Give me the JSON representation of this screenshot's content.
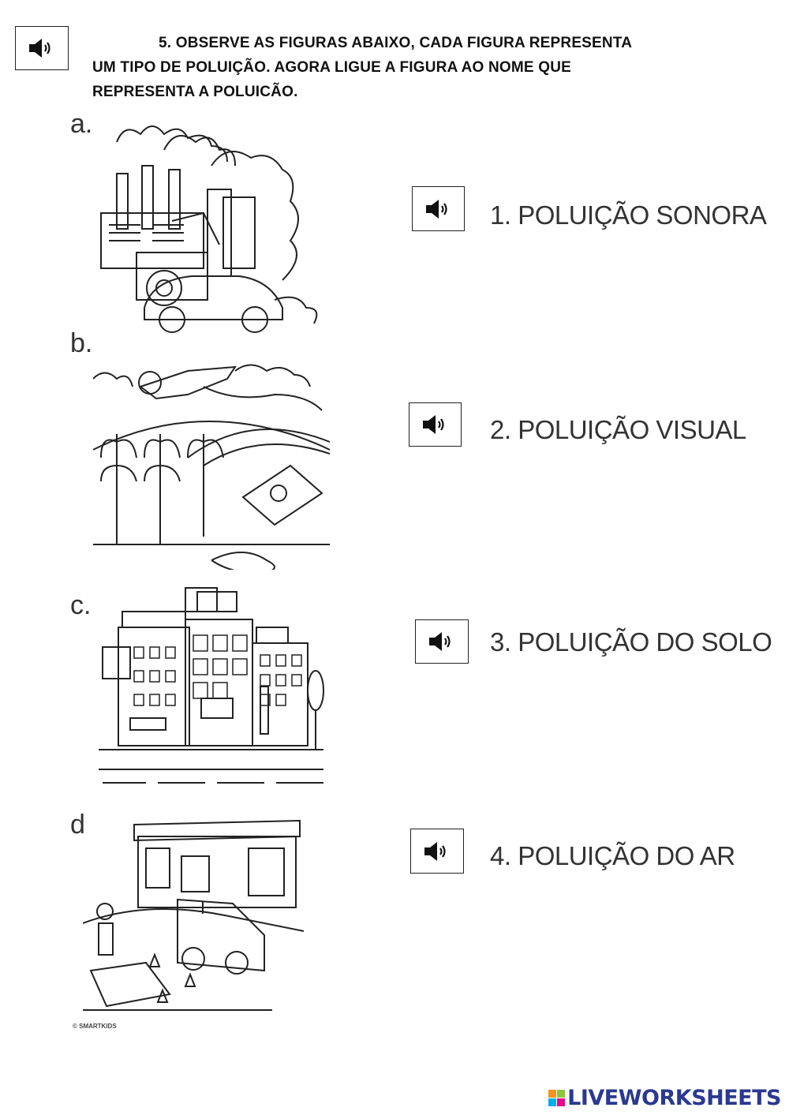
{
  "instructions": {
    "line1": "5. OBSERVE AS FIGURAS ABAIXO, CADA FIGURA REPRESENTA",
    "line2": "UM TIPO DE POLUIÇÃO. AGORA LIGUE A FIGURA AO NOME QUE",
    "line3": "REPRESENTA A POLUICÃO."
  },
  "figures": [
    {
      "letter": "a.",
      "icon": "factory-pollution-illustration"
    },
    {
      "letter": "b.",
      "icon": "farm-pesticide-illustration"
    },
    {
      "letter": "c.",
      "icon": "city-billboards-illustration"
    },
    {
      "letter": "d",
      "icon": "street-traffic-illustration"
    }
  ],
  "options": [
    {
      "label": "1. POLUIÇÃO SONORA",
      "icon": "speaker-icon"
    },
    {
      "label": "2. POLUIÇÃO VISUAL",
      "icon": "speaker-icon"
    },
    {
      "label": "3. POLUIÇÃO DO SOLO",
      "icon": "speaker-icon"
    },
    {
      "label": "4. POLUIÇÃO DO AR",
      "icon": "speaker-icon"
    }
  ],
  "credit": "© SMARTKIDS",
  "brand": {
    "name": "LIVEWORKSHEETS",
    "logo_colors": [
      "#f7941d",
      "#8dc63f",
      "#00aeef",
      "#ec008c"
    ],
    "text_color": "#2b3990"
  }
}
